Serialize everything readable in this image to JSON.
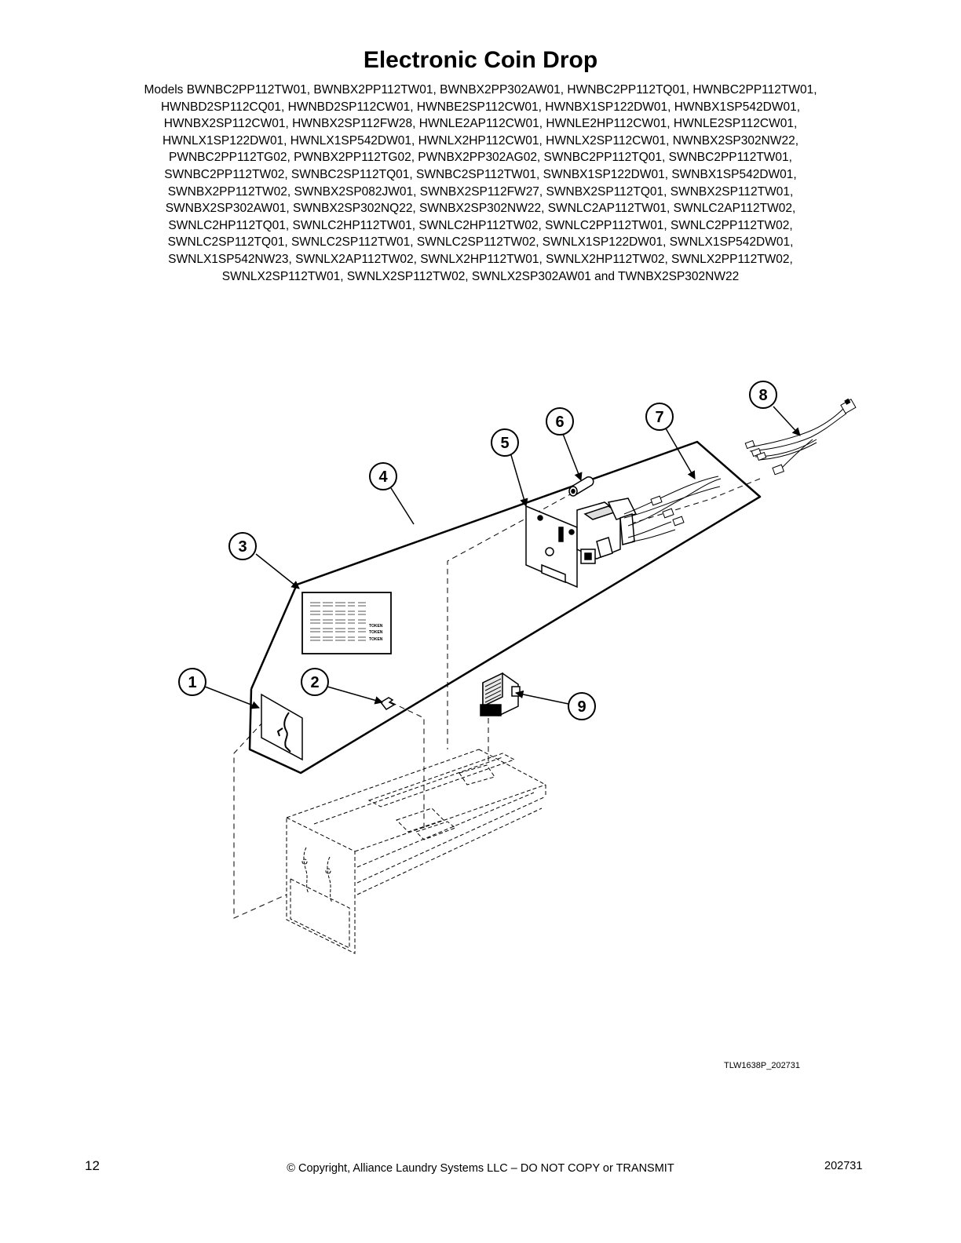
{
  "header": {
    "title": "Electronic Coin Drop",
    "model_lines": [
      "Models BWNBC2PP112TW01, BWNBX2PP112TW01, BWNBX2PP302AW01, HWNBC2PP112TQ01, HWNBC2PP112TW01,",
      "HWNBD2SP112CQ01, HWNBD2SP112CW01, HWNBE2SP112CW01, HWNBX1SP122DW01, HWNBX1SP542DW01,",
      "HWNBX2SP112CW01, HWNBX2SP112FW28, HWNLE2AP112CW01, HWNLE2HP112CW01, HWNLE2SP112CW01,",
      "HWNLX1SP122DW01, HWNLX1SP542DW01, HWNLX2HP112CW01, HWNLX2SP112CW01, NWNBX2SP302NW22,",
      "PWNBC2PP112TG02, PWNBX2PP112TG02, PWNBX2PP302AG02, SWNBC2PP112TQ01, SWNBC2PP112TW01,",
      "SWNBC2PP112TW02, SWNBC2SP112TQ01, SWNBC2SP112TW01, SWNBX1SP122DW01, SWNBX1SP542DW01,",
      "SWNBX2PP112TW02, SWNBX2SP082JW01, SWNBX2SP112FW27, SWNBX2SP112TQ01, SWNBX2SP112TW01,",
      "SWNBX2SP302AW01, SWNBX2SP302NQ22, SWNBX2SP302NW22, SWNLC2AP112TW01, SWNLC2AP112TW02,",
      "SWNLC2HP112TQ01, SWNLC2HP112TW01, SWNLC2HP112TW02, SWNLC2PP112TW01, SWNLC2PP112TW02,",
      "SWNLC2SP112TQ01, SWNLC2SP112TW01, SWNLC2SP112TW02, SWNLX1SP122DW01, SWNLX1SP542DW01,",
      "SWNLX1SP542NW23, SWNLX2AP112TW02, SWNLX2HP112TW01, SWNLX2HP112TW02, SWNLX2PP112TW02,",
      "SWNLX2SP112TW01, SWNLX2SP112TW02, SWNLX2SP302AW01 and TWNBX2SP302NW22"
    ]
  },
  "diagram": {
    "callouts": [
      "1",
      "2",
      "3",
      "4",
      "5",
      "6",
      "7",
      "8",
      "9"
    ],
    "decal_tokens": [
      "TOKEN",
      "TOKEN",
      "TOKEN"
    ],
    "figure_id": "TLW1638P_202731"
  },
  "footer": {
    "page_number": "12",
    "copyright": "© Copyright, Alliance Laundry Systems LLC – DO NOT COPY or TRANSMIT",
    "doc_code": "202731"
  }
}
